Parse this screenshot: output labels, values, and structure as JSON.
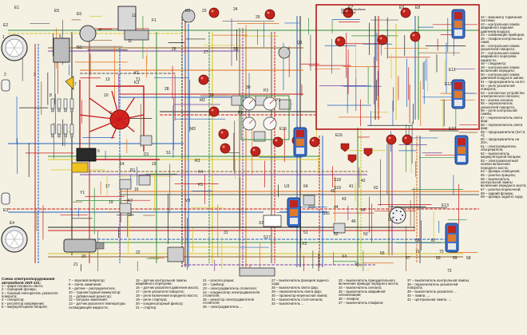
{
  "caption": {
    "title": "Схема электрооборудования автомобиля ЗИЛ-131:",
    "items": [
      "1 – фара головного света;",
      "2 – передний фонарь;",
      "3 – боковой повторитель указателя поворота;",
      "4 – генератор;",
      "5 – регулятор напряжения;",
      "6 – аккумуляторная батарея;"
    ]
  },
  "legend_col2": [
    "7 – звуковой вибратор;",
    "8 – свеча зажигания;",
    "9 – датчик – распределитель;",
    "10 – транзисторный коммутатор;",
    "11 – добавочный резистор;",
    "12 – катушка зажигания;",
    "13 – датчик указателя температуры охлаждающей жидкости;"
  ],
  "legend_col3": [
    "15 – датчик контрольной лампы аварийного перегрева;",
    "16 – датчик указателя давления масла;",
    "17 – реле указателя поворота;",
    "18 – реле включения переднего моста;",
    "19 – реле стартера;",
    "20 – конденсаторный фильтр;",
    "21 – стартер;"
  ],
  "legend_col4": [
    "21 – розетка рации;",
    "22 – тумблер;",
    "23 – электродвигатель отопителя;",
    "24 – конденсатор электродвигателя отопителя;",
    "25 – резистор электродвигателя отопителя;",
    "26 – электродвигатель ..."
  ],
  "legend_col5": [
    "27 – выключатель фонарей заднего хода;",
    "28 – выключатель света фар;",
    "29 – переключатель света фар;",
    "30 – прожектор-переносная лампа;",
    "31 – выключатель стоп-сигнала;",
    "32 – выключатель ..."
  ],
  "legend_col6": [
    "33 – выключатель принудительного включения привода переднего моста;",
    "34 – выключатель сигнала;",
    "35 – выключатель аварийной сигнализации;",
    "36 – плафон;",
    "37 – выключатель плафона;"
  ],
  "legend_col7": [
    "37 – выключатель контрольной лампы;",
    "38 – переключатель указателей поворота;",
    "39 – выключатель указателя ...",
    "40 – лампа ...;",
    "41 – центральная лампа ...;"
  ],
  "right_legend": [
    "42 – манометр тормозной системы;",
    "43 – контрольная лампа аварийного падения давления воздуха;",
    "44 – комбинация приборов;",
    "45 – плафон контрольных ламп;",
    "46 – контрольная лампа указателей поворота;",
    "47 – контрольная лампа аварийного перегрева жидкости;",
    "48 – спидометр;",
    "49 – контрольная лампа включения передачи;",
    "50 – контрольная лампа давления воздуха в шинах;",
    "51 – предохранитель на 6А;",
    "52 – реле указателей поворота;",
    "53 – контактное устройство электрического сигнала;",
    "54 – кнопка сигнала;",
    "55 – переключатель указателей поворота;",
    "56 – реле контрольной лампы;",
    "57 – переключатель света фар;",
    "58 – переключатель света фар;",
    "59 – предохранители (3x7,5 А);",
    "60 – предохранитель на 20А;",
    "61 – электрозвукатель обогревателя;",
    "62 – выключатель аккумуляторной батареи;",
    "63 – электромагнитный клапан включения переднего моста;",
    "64 – фонарь освещения;",
    "65 – розетка прицепа;",
    "66 – выключатель контрольной лампы включения переднего моста;",
    "67 – розетка перекочной;",
    "68 – задний фонарь;",
    "69 – фонарь заднего хода;"
  ],
  "inset": {
    "title": "Для автомобиля ЗИЛ-131А"
  },
  "labels": {
    "l1": "1",
    "l2": "2",
    "l3": "3",
    "l4": "4",
    "l5": "5",
    "l6": "6",
    "l7": "7",
    "l8": "8",
    "l9": "9",
    "l10": "10",
    "l11": "11",
    "l12": "12",
    "l13": "13",
    "l14": "14",
    "l15": "15",
    "l16": "16",
    "l17": "17",
    "l18": "18",
    "l19": "19",
    "l20": "20",
    "l21": "21",
    "l22": "22",
    "l23": "23",
    "l24": "24",
    "l25": "25",
    "l26": "26",
    "l27": "27",
    "l28": "28",
    "l29": "29",
    "l30": "30",
    "l31": "31",
    "l40": "40",
    "l41": "41",
    "l42": "42",
    "l43": "43",
    "l44": "44",
    "l45": "45",
    "l46": "46",
    "l50": "50",
    "l51": "51",
    "l52": "52",
    "l55": "55",
    "l57": "57",
    "l60": "60",
    "l62": "62",
    "l64": "64",
    "l66": "66",
    "l67": "67",
    "l68": "68",
    "l69": "69",
    "l70": "70",
    "l71": "71",
    "l72": "72",
    "m1": "M1",
    "m2": "M2",
    "m3": "M3",
    "e1": "E1",
    "e2": "E2",
    "e3": "E3",
    "e4": "E4",
    "e5": "E5",
    "e6": "E6",
    "e7": "E7",
    "e8": "E8",
    "e9": "E9",
    "e10": "E10",
    "e11": "E11",
    "e12": "E12",
    "e13": "E13",
    "e15": "E15",
    "e16": "E16",
    "s1": "S1",
    "s5": "S5",
    "s15": "S15",
    "s16": "S16",
    "s17": "S17",
    "s18": "S18",
    "s19": "S19",
    "k1": "K1",
    "k2": "K2",
    "k3": "K3",
    "k4": "K4",
    "k5": "K5",
    "p1": "P1",
    "p2": "P2",
    "p3": "P3",
    "x2": "X2",
    "x3": "X3",
    "x4": "X4",
    "x5": "X5",
    "r1": "R1",
    "r3": "R3",
    "t1": "T1",
    "d1": "D1",
    "f1": "F1",
    "g1": "G1",
    "q1": "Q1",
    "v3": "V3",
    "u1": "U1",
    "y1": "Y1",
    "u3": "U3"
  }
}
